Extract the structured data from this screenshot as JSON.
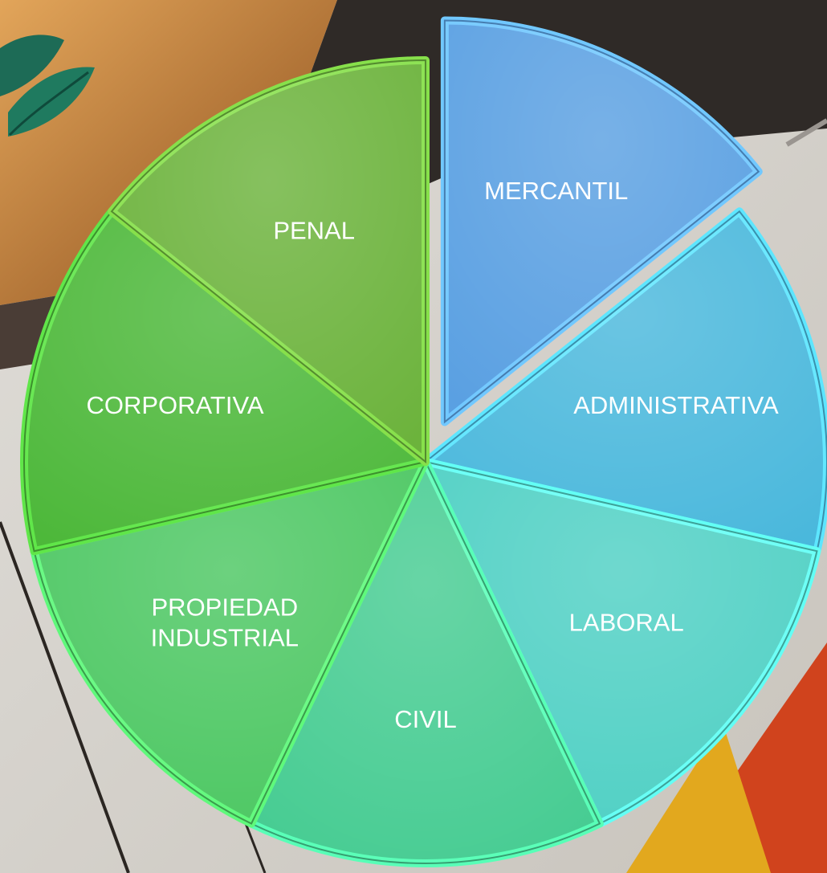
{
  "diagram": {
    "segments": [
      {
        "key": "mercantil",
        "label": "MERCANTIL",
        "color": "#5aa0e2",
        "exploded": true
      },
      {
        "key": "administrativa",
        "label": "ADMINISTRATIVA",
        "color": "#4ab8dc"
      },
      {
        "key": "laboral",
        "label": "LABORAL",
        "color": "#4fd0c4"
      },
      {
        "key": "civil",
        "label": "CIVIL",
        "color": "#46cc92"
      },
      {
        "key": "propiedad-industrial",
        "label": "PROPIEDAD\nINDUSTRIAL",
        "color": "#4cc762"
      },
      {
        "key": "corporativa",
        "label": "CORPORATIVA",
        "color": "#4db83a"
      },
      {
        "key": "penal",
        "label": "PENAL",
        "color": "#6cb33c"
      }
    ]
  },
  "background": {
    "decor_icon": "leaf-icon",
    "colors": {
      "dark": "#2e2a28",
      "paper": "#e9e6e0",
      "wood": "#b8742e",
      "orange": "#d2441e",
      "yellow": "#e3a91c"
    }
  }
}
